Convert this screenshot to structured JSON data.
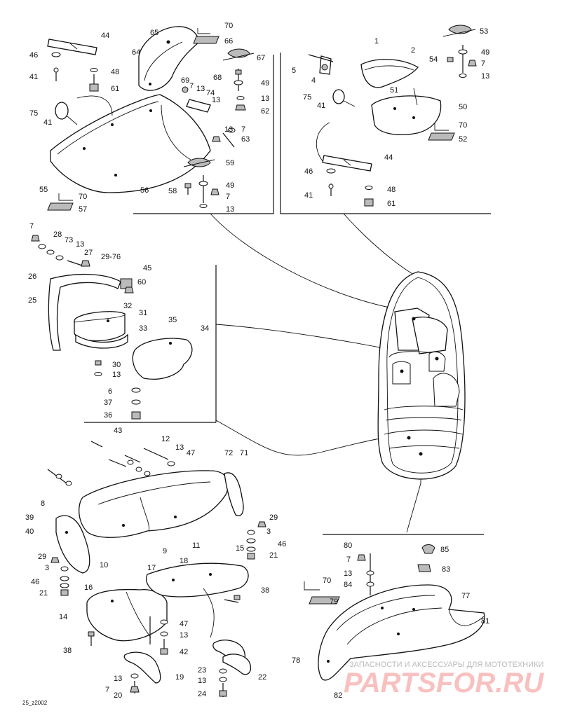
{
  "diagram": {
    "code": "25_z2002",
    "callouts": {
      "c1": "1",
      "c2": "2",
      "c3a": "3",
      "c3b": "3",
      "c4": "4",
      "c5": "5",
      "c6": "6",
      "c7a": "7",
      "c7b": "7",
      "c7c": "7",
      "c7d": "7",
      "c7e": "7",
      "c7f": "7",
      "c7g": "7",
      "c7h": "7",
      "c8": "8",
      "c9": "9",
      "c10": "10",
      "c11": "11",
      "c12": "12",
      "c13a": "13",
      "c13b": "13",
      "c13c": "13",
      "c13d": "13",
      "c13e": "13",
      "c13f": "13",
      "c13g": "13",
      "c13h": "13",
      "c13i": "13",
      "c13j": "13",
      "c13k": "13",
      "c13l": "13",
      "c13m": "13",
      "c13n": "13",
      "c13o": "13",
      "c14": "14",
      "c15": "15",
      "c16": "16",
      "c17": "17",
      "c18": "18",
      "c19": "19",
      "c20": "20",
      "c21a": "21",
      "c21b": "21",
      "c22": "22",
      "c23": "23",
      "c24": "24",
      "c25": "25",
      "c26": "26",
      "c27": "27",
      "c28": "28",
      "c29a": "29",
      "c29b": "29",
      "c2976": "29-76",
      "c30": "30",
      "c31": "31",
      "c32": "32",
      "c33": "33",
      "c34": "34",
      "c35": "35",
      "c36": "36",
      "c37": "37",
      "c38a": "38",
      "c38b": "38",
      "c39": "39",
      "c40": "40",
      "c41a": "41",
      "c41b": "41",
      "c41c": "41",
      "c41d": "41",
      "c42": "42",
      "c43": "43",
      "c44a": "44",
      "c44b": "44",
      "c45": "45",
      "c46a": "46",
      "c46b": "46",
      "c46c": "46",
      "c46d": "46",
      "c47a": "47",
      "c47b": "47",
      "c48a": "48",
      "c48b": "48",
      "c49a": "49",
      "c49b": "49",
      "c49c": "49",
      "c50": "50",
      "c51": "51",
      "c52": "52",
      "c53": "53",
      "c54": "54",
      "c55": "55",
      "c56": "56",
      "c57": "57",
      "c58": "58",
      "c59": "59",
      "c60": "60",
      "c61a": "61",
      "c61b": "61",
      "c62": "62",
      "c63": "63",
      "c64": "64",
      "c65": "65",
      "c66": "66",
      "c67": "67",
      "c68": "68",
      "c69": "69",
      "c70a": "70",
      "c70b": "70",
      "c70c": "70",
      "c70d": "70",
      "c71": "71",
      "c72": "72",
      "c73": "73",
      "c74": "74",
      "c75a": "75",
      "c75b": "75",
      "c77": "77",
      "c78": "78",
      "c79": "79",
      "c80": "80",
      "c81": "81",
      "c82": "82",
      "c83": "83",
      "c84": "84",
      "c85": "85"
    }
  },
  "watermark": {
    "line1": "ЗАПАСНОСТИ И АКСЕССУАРЫ ДЛЯ МОТОТЕХНИКИ",
    "line2": "PARTSFOR.RU"
  }
}
